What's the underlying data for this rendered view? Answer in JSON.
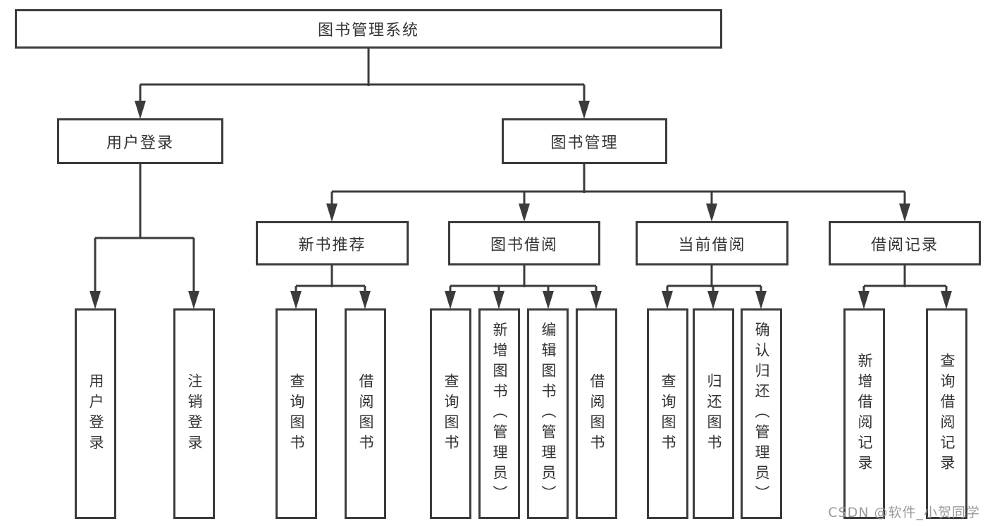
{
  "diagram_type": "hierarchy-tree",
  "colors": {
    "line": "#3b3b3b",
    "box_border": "#3b3b3b",
    "box_fill": "#ffffff",
    "text": "#333333",
    "watermark_text": "#9b9b9b",
    "background": "#ffffff"
  },
  "tree": {
    "label": "图书管理系统",
    "children": [
      {
        "label": "用户登录",
        "children": [
          {
            "label": "用户登录"
          },
          {
            "label": "注销登录"
          }
        ]
      },
      {
        "label": "图书管理",
        "children": [
          {
            "label": "新书推荐",
            "children": [
              {
                "label": "查询图书"
              },
              {
                "label": "借阅图书"
              }
            ]
          },
          {
            "label": "图书借阅",
            "children": [
              {
                "label": "查询图书"
              },
              {
                "label": "新增图书（管理员）"
              },
              {
                "label": "编辑图书（管理员）"
              },
              {
                "label": "借阅图书"
              }
            ]
          },
          {
            "label": "当前借阅",
            "children": [
              {
                "label": "查询图书"
              },
              {
                "label": "归还图书"
              },
              {
                "label": "确认归还（管理员）"
              }
            ]
          },
          {
            "label": "借阅记录",
            "children": [
              {
                "label": "新增借阅记录"
              },
              {
                "label": "查询借阅记录"
              }
            ]
          }
        ]
      }
    ]
  },
  "watermark": {
    "text": "CSDN @软件_小贺同学"
  }
}
